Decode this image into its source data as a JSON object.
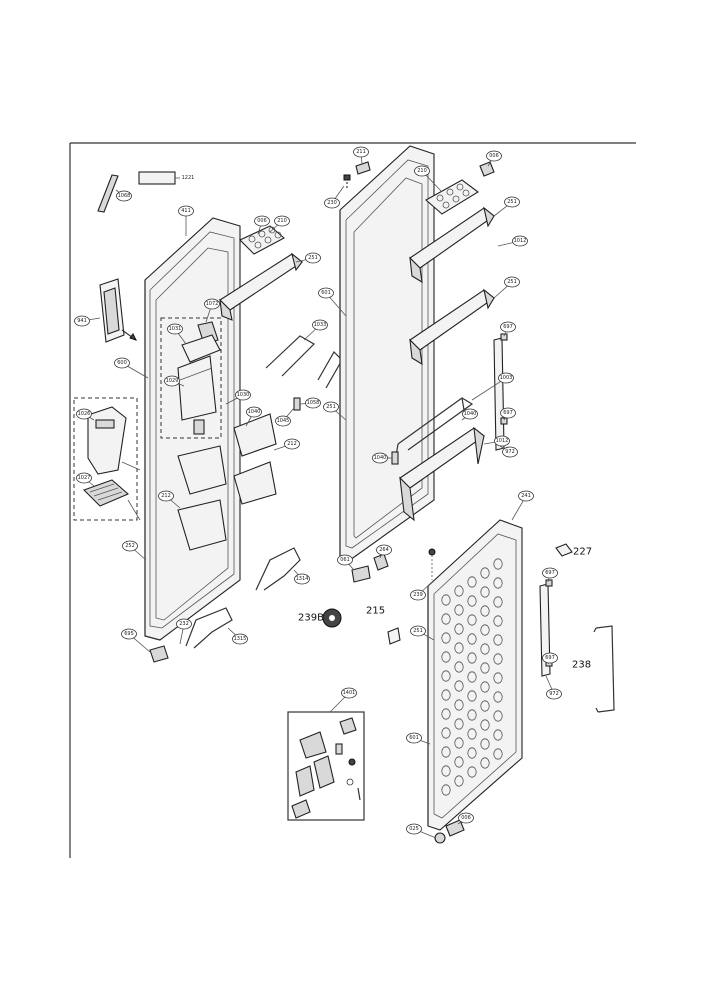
{
  "callouts": [
    {
      "id": "c1221",
      "text": "1221"
    },
    {
      "id": "c1068",
      "text": "1068"
    },
    {
      "id": "c411",
      "text": "411"
    },
    {
      "id": "c006",
      "text": "006"
    },
    {
      "id": "c210a",
      "text": "210"
    },
    {
      "id": "c251a",
      "text": "251"
    },
    {
      "id": "c941",
      "text": "941"
    },
    {
      "id": "c1072",
      "text": "1072"
    },
    {
      "id": "c1031",
      "text": "1031"
    },
    {
      "id": "c600",
      "text": "600"
    },
    {
      "id": "c1029",
      "text": "1029"
    },
    {
      "id": "c1026",
      "text": "1026"
    },
    {
      "id": "c1027",
      "text": "1027"
    },
    {
      "id": "c1030",
      "text": "1030"
    },
    {
      "id": "c1033",
      "text": "1033"
    },
    {
      "id": "c1040a",
      "text": "1040"
    },
    {
      "id": "c1045",
      "text": "1045"
    },
    {
      "id": "c1058",
      "text": "1058"
    },
    {
      "id": "c212a",
      "text": "212"
    },
    {
      "id": "c212b",
      "text": "212"
    },
    {
      "id": "c252",
      "text": "252"
    },
    {
      "id": "c695",
      "text": "695"
    },
    {
      "id": "c232",
      "text": "232"
    },
    {
      "id": "c1315",
      "text": "1315"
    },
    {
      "id": "c1314",
      "text": "1314"
    },
    {
      "id": "c211",
      "text": "211"
    },
    {
      "id": "c230",
      "text": "230"
    },
    {
      "id": "c601",
      "text": "601"
    },
    {
      "id": "c251b",
      "text": "251"
    },
    {
      "id": "c210b",
      "text": "210"
    },
    {
      "id": "c006b",
      "text": "006"
    },
    {
      "id": "c251c",
      "text": "251"
    },
    {
      "id": "c251d",
      "text": "251"
    },
    {
      "id": "c1012a",
      "text": "1012"
    },
    {
      "id": "c697a",
      "text": "697"
    },
    {
      "id": "c1003",
      "text": "1003"
    },
    {
      "id": "c1040b",
      "text": "1040"
    },
    {
      "id": "c697b",
      "text": "697"
    },
    {
      "id": "c1012b",
      "text": "1012"
    },
    {
      "id": "c1040c",
      "text": "1040"
    },
    {
      "id": "c972a",
      "text": "972"
    },
    {
      "id": "c061",
      "text": "061"
    },
    {
      "id": "c264",
      "text": "264"
    },
    {
      "id": "c241",
      "text": "241"
    },
    {
      "id": "c239",
      "text": "239"
    },
    {
      "id": "c697c",
      "text": "697"
    },
    {
      "id": "c697d",
      "text": "697"
    },
    {
      "id": "c972b",
      "text": "972"
    },
    {
      "id": "c251e",
      "text": "251"
    },
    {
      "id": "c601b",
      "text": "601"
    },
    {
      "id": "c025",
      "text": "025"
    },
    {
      "id": "c006c",
      "text": "006"
    },
    {
      "id": "c1401",
      "text": "1401"
    }
  ],
  "labels": {
    "l227": "227",
    "l215": "215",
    "l239b": "239B",
    "l238": "238"
  }
}
